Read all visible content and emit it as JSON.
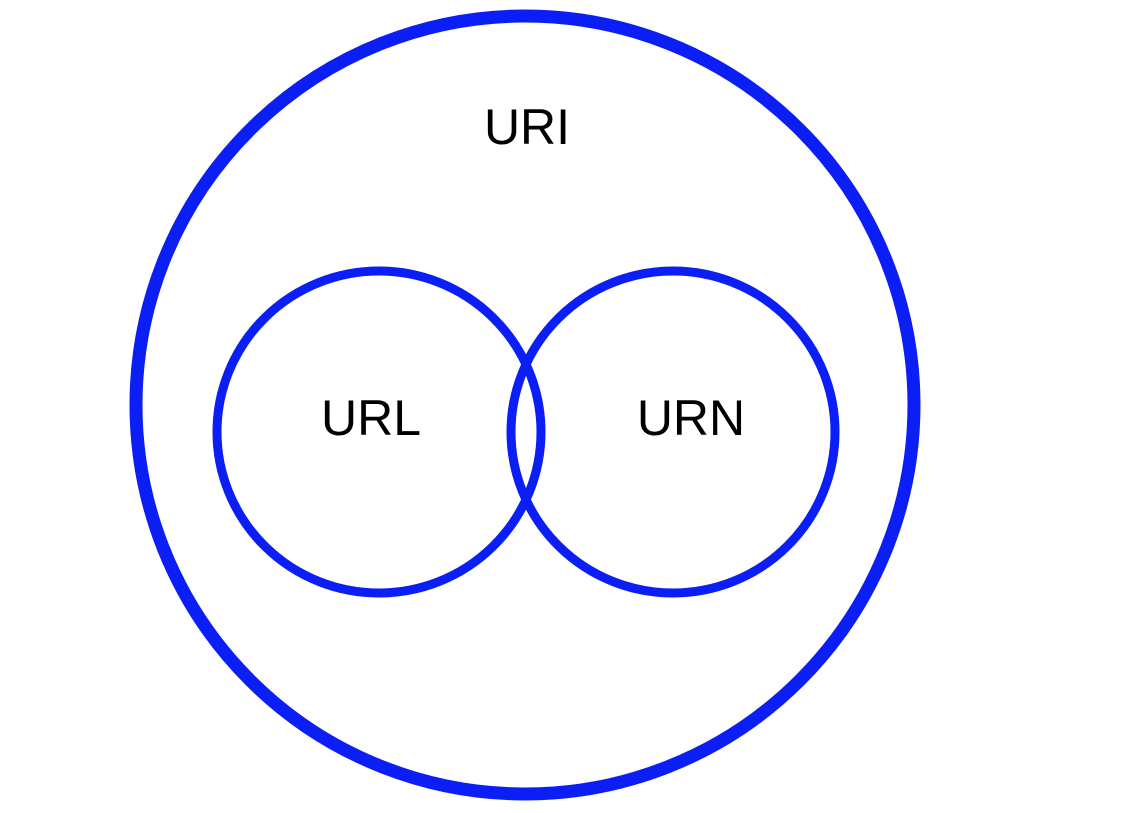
{
  "colors": {
    "circle_stroke": "#0a1ef5",
    "text": "#000000",
    "background": "#ffffff"
  },
  "diagram": {
    "outer": {
      "label": "URI"
    },
    "left": {
      "label": "URL"
    },
    "right": {
      "label": "URN"
    }
  }
}
